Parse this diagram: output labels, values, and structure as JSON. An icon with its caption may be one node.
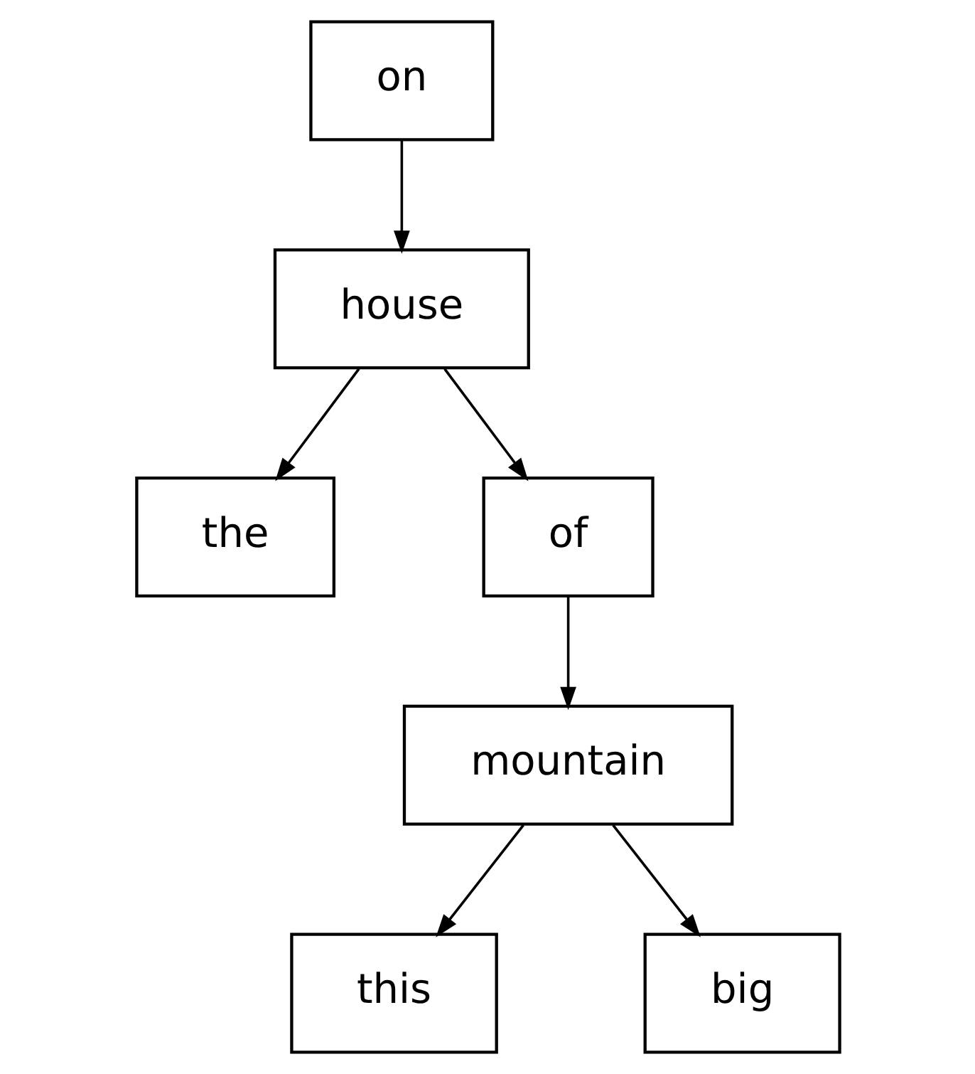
{
  "diagram": {
    "nodes": [
      {
        "text": [
          "on"
        ]
      },
      {
        "text": [
          "house"
        ]
      },
      {
        "text": [
          "the"
        ]
      },
      {
        "text": [
          "of"
        ]
      },
      {
        "text": [
          "mountain"
        ]
      },
      {
        "text": [
          "this"
        ]
      },
      {
        "text": [
          "big"
        ]
      }
    ],
    "edges": [
      {
        "from": 0,
        "to": 1,
        "arrow": "to"
      },
      {
        "from": 1,
        "to": 2,
        "arrow": "to"
      },
      {
        "from": 1,
        "to": 3,
        "arrow": "to"
      },
      {
        "from": 3,
        "to": 4,
        "arrow": "to"
      },
      {
        "from": 4,
        "to": 5,
        "arrow": "to"
      },
      {
        "from": 4,
        "to": 6,
        "arrow": "to"
      }
    ]
  }
}
